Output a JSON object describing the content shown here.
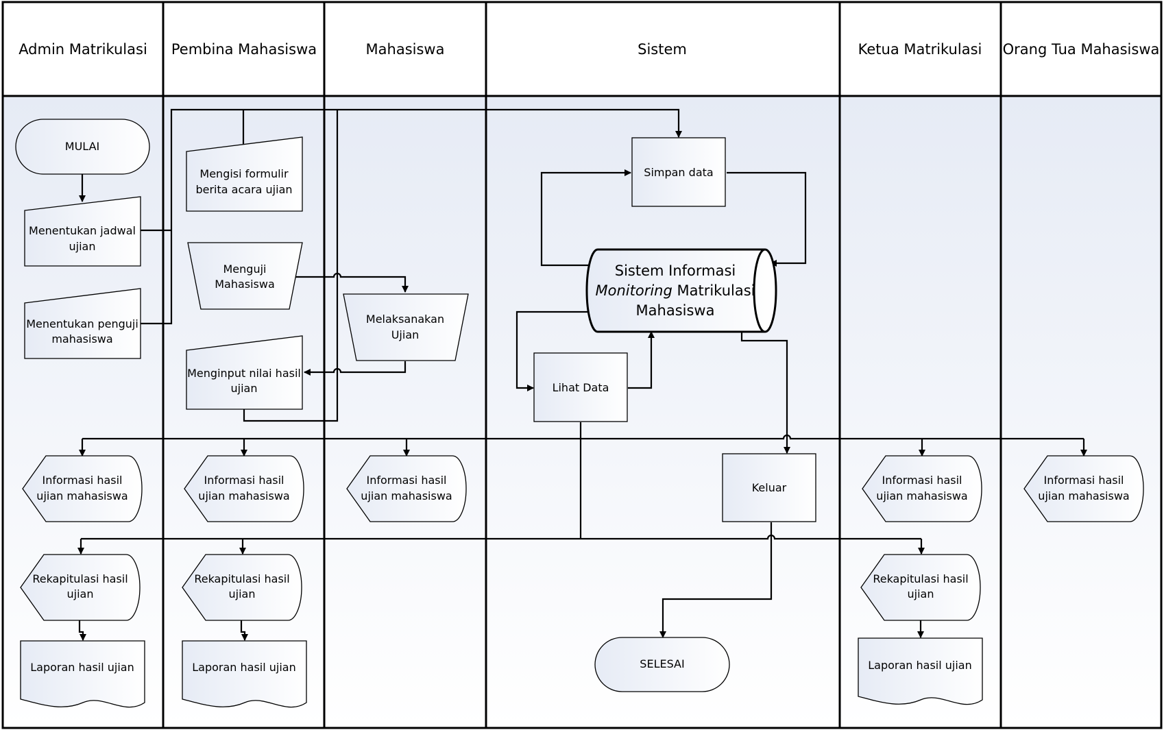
{
  "lanes": [
    "Admin Matrikulasi",
    "Pembina Mahasiswa",
    "Mahasiswa",
    "Sistem",
    "Ketua Matrikulasi",
    "Orang Tua Mahasiswa"
  ],
  "nodes": {
    "mulai": [
      "MULAI"
    ],
    "jadwal": [
      "Menentukan jadwal",
      "ujian"
    ],
    "penguji": [
      "Menentukan penguji",
      "mahasiswa"
    ],
    "formulir": [
      "Mengisi formulir",
      "berita acara ujian"
    ],
    "menguji": [
      "Menguji",
      "Mahasiswa"
    ],
    "input_nilai": [
      "Menginput nilai hasil",
      "ujian"
    ],
    "melaksanakan": [
      "Melaksanakan",
      "Ujian"
    ],
    "simpan": [
      "Simpan data"
    ],
    "db_line1": "Sistem Informasi",
    "db_line2_italic": "Monitoring",
    "db_line2_rest": " Matrikulasi",
    "db_line3": "Mahasiswa",
    "lihat": [
      "Lihat Data"
    ],
    "keluar": [
      "Keluar"
    ],
    "selesai": [
      "SELESAI"
    ],
    "info": [
      "Informasi hasil",
      "ujian mahasiswa"
    ],
    "rekap": [
      "Rekapitulasi hasil",
      "ujian"
    ],
    "laporan": [
      "Laporan hasil ujian"
    ]
  }
}
